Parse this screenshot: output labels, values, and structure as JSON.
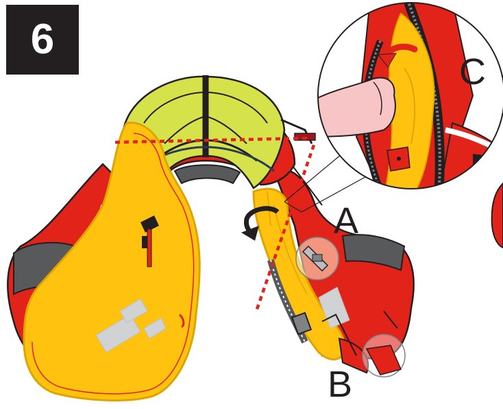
{
  "step": {
    "number": "6"
  },
  "labels": {
    "a": "A",
    "b": "B",
    "c": "C"
  },
  "colors": {
    "yellow": "#ffc20e",
    "yellow_dark": "#e0a400",
    "red": "#e2231a",
    "red_dark": "#a3151b",
    "visor": "#d6e24a",
    "dark": "#231f20",
    "gray": "#58595b",
    "guide_line": "#e2231a",
    "skin": "#f7c5c5"
  },
  "icons": [
    "rotate-arrow-icon",
    "pull-arrow-icon"
  ]
}
